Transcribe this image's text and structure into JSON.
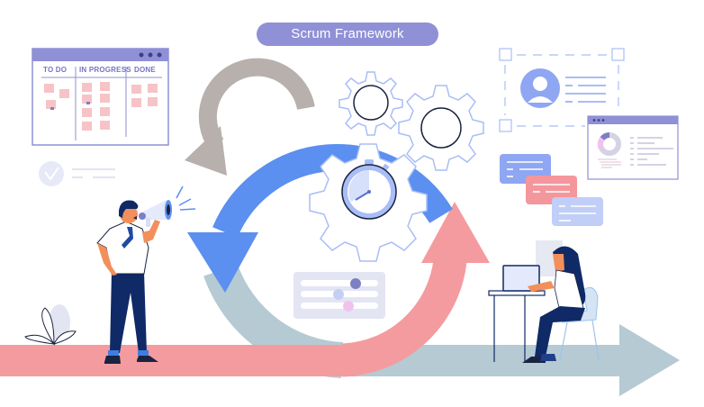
{
  "header": {
    "title": "Scrum Framework"
  },
  "kanban_board": {
    "columns": [
      {
        "label": "TO DO",
        "cards": 4
      },
      {
        "label": "IN PROGRESS",
        "cards": 8
      },
      {
        "label": "DONE",
        "cards": 4
      }
    ],
    "window_dots": 3
  },
  "cycle": {
    "arrows": [
      {
        "name": "backlog-arrow",
        "color": "#b7b0ad"
      },
      {
        "name": "sprint-arrow",
        "color": "#5b8ff0"
      },
      {
        "name": "increment-arrow",
        "color": "#f49ba0"
      },
      {
        "name": "delivery-arrow",
        "color": "#b5cad3"
      }
    ],
    "center_icon": "stopwatch-icon",
    "gears": 3
  },
  "people": [
    {
      "name": "man-with-megaphone",
      "role": "scrum-master"
    },
    {
      "name": "woman-at-laptop",
      "role": "developer"
    }
  ],
  "colors": {
    "accent": "#8f90d6",
    "blue": "#5b8ff0",
    "pink": "#f49ba0",
    "gray_blue": "#b5cad3",
    "gray": "#b7b0ad",
    "navy": "#0f2a66",
    "light_blue": "#a9bdf6"
  }
}
